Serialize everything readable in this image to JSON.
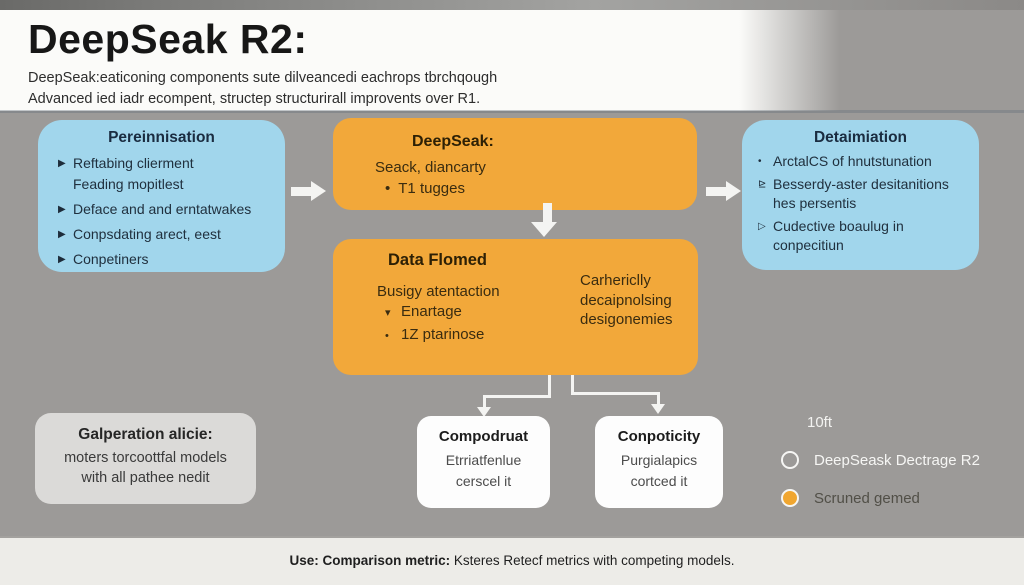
{
  "header": {
    "title": "DeepSeak R2:",
    "subtitle_line1": "DeepSeak:eaticoning components sute dilveancedi eachrops tbrchqough",
    "subtitle_line2": "Advanced ied iadr ecompent, structep structurirall improvents over R1."
  },
  "boxes": {
    "pretraining": {
      "title": "Pereinnisation",
      "items": [
        {
          "bullet": "▶",
          "lines": [
            "Reftabing clierment",
            "Feading mopitlest"
          ]
        },
        {
          "bullet": "▶",
          "lines": [
            "Deface and and erntatwakes"
          ]
        },
        {
          "bullet": "▶",
          "lines": [
            "Conpsdating arect, eest"
          ]
        },
        {
          "bullet": "▶",
          "lines": [
            "Conpetiners"
          ]
        }
      ]
    },
    "deepseak": {
      "title": "DeepSeak:",
      "line": "Seack, diancarty",
      "bullet": "•",
      "bullet_text": "T1 tugges"
    },
    "dataflow": {
      "title": "Data Flomed",
      "left_line": "Busigy atentaction",
      "left_bullets": [
        {
          "bullet": "▾",
          "lines": [
            "Enartage"
          ]
        },
        {
          "bullet": "•",
          "lines": [
            "1Z ptarinose"
          ]
        }
      ],
      "right_lines": [
        "Carhericlly",
        "decaipnolsing",
        "desigonemies"
      ]
    },
    "detaimiation": {
      "title": "Detaimiation",
      "items": [
        {
          "bullet": "•",
          "lines": [
            "ArctalCS of hnutstunation"
          ]
        },
        {
          "bullet": "⊵",
          "lines": [
            "Besserdy-aster desitanitions",
            "hes persentis"
          ]
        },
        {
          "bullet": "▷",
          "lines": [
            "Cudective boaulug in",
            "conpecitiun"
          ]
        }
      ]
    },
    "galperation": {
      "title": "Galperation alicie:",
      "lines": [
        "moters torcoottfal models",
        "with all pathee nedit"
      ]
    },
    "compodruat": {
      "title": "Compodruat",
      "lines": [
        "Etrriatfenlue",
        "cerscel it"
      ]
    },
    "conpoticity": {
      "title": "Conpoticity",
      "lines": [
        "Purgialapics",
        "cortced it"
      ]
    }
  },
  "legend": {
    "heading": "10ft",
    "items": [
      {
        "label": "DeepSeask Dectrage R2",
        "swatch": "outline",
        "tone": "light"
      },
      {
        "label": "Scruned gemed",
        "swatch": "orange",
        "tone": "dark"
      }
    ]
  },
  "footer": {
    "bold": "Use: Comparison metric:",
    "text": " Ksteres Retecf metrics with competing models."
  },
  "colors": {
    "background": "#9c9a98",
    "blue_box": "#a1d6ec",
    "orange_box": "#f2a83a",
    "white_box": "#fdfdfd",
    "gray_box": "#dbdad8",
    "footer_bg": "#edece8",
    "legend_orange": "#f0a630",
    "arrow": "#f4f4f2"
  }
}
